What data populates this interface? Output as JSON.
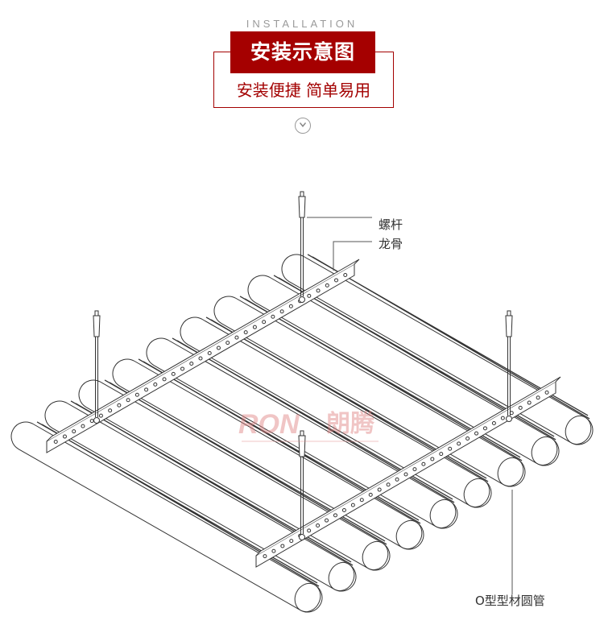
{
  "header": {
    "eyebrow": "INSTALLATION",
    "title": "安装示意图",
    "subtitle": "安装便捷 简单易用",
    "arrow_icon": "chevron-down-circle-icon"
  },
  "labels": {
    "rod": "螺杆",
    "keel": "龙骨",
    "tube": "O型型材圆管"
  },
  "watermark": {
    "brand": "RON",
    "brand_cn": "朗腾"
  },
  "diagram": {
    "tube_count": 9,
    "hanger_count": 4,
    "keel_count": 2
  },
  "colors": {
    "accent": "#a50000",
    "line": "#333333",
    "watermark": "#e8a0a0"
  }
}
